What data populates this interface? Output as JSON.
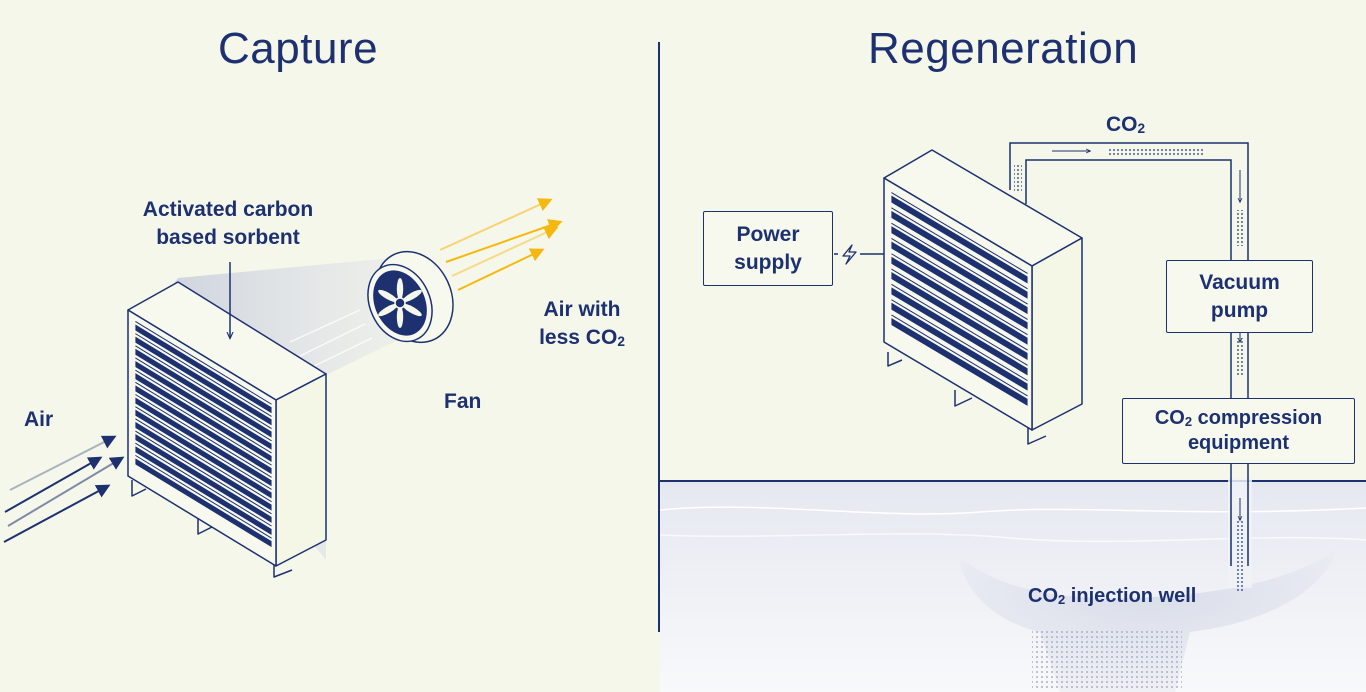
{
  "capture": {
    "title": "Capture",
    "sorbent_line1": "Activated carbon",
    "sorbent_line2": "based sorbent",
    "air_label": "Air",
    "fan_label": "Fan",
    "air_out_line1": "Air with",
    "air_out_line2": "less CO",
    "air_out_sub": "2"
  },
  "regeneration": {
    "title": "Regeneration",
    "co2_main": "CO",
    "co2_sub": "2",
    "power_line1": "Power",
    "power_line2": "supply",
    "vacuum_line1": "Vacuum",
    "vacuum_line2": "pump",
    "compression_co": "CO",
    "compression_sub": "2",
    "compression_rest": " compression",
    "compression_line2": "equipment",
    "well_co": "CO",
    "well_sub": "2",
    "well_rest": " injection well"
  },
  "colors": {
    "background": "#f5f7ea",
    "navy": "#1d3170",
    "arrow_yellow": "#f5b80f",
    "ground": "#e9ebf2"
  },
  "icons": [
    "fan-icon",
    "lightning-icon",
    "air-inflow-arrows",
    "air-outflow-arrows"
  ]
}
